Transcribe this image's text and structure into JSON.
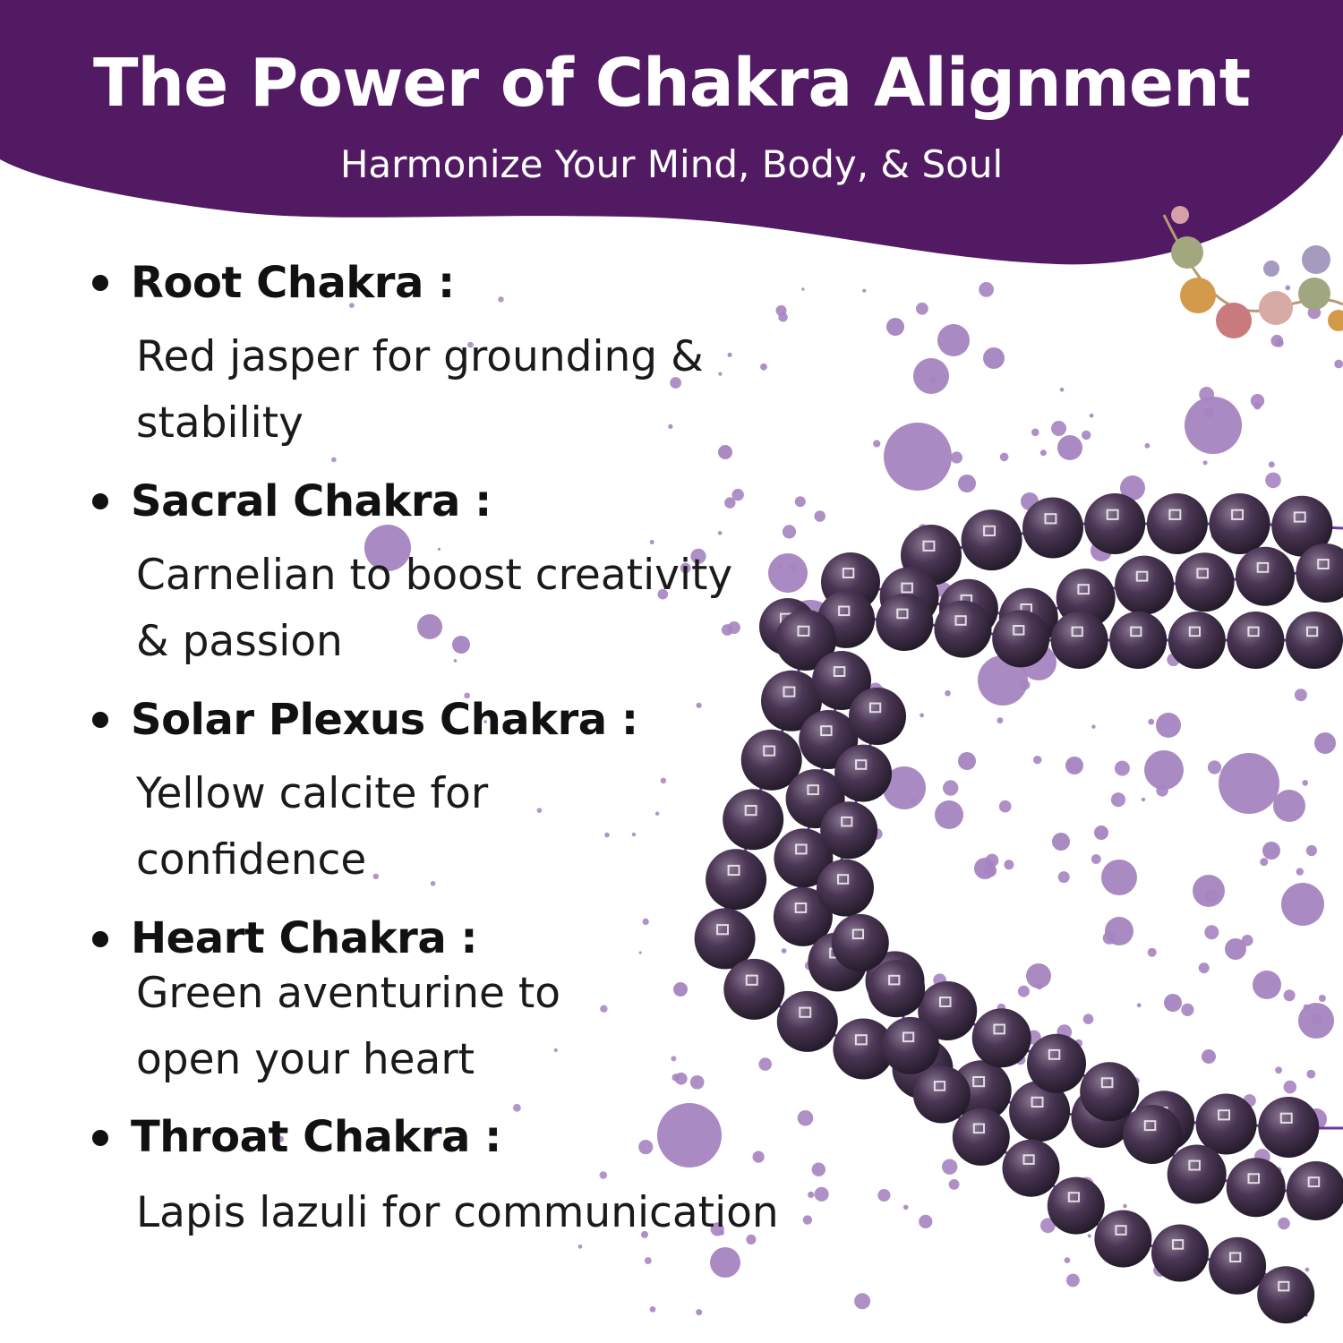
{
  "header": {
    "title": "The Power of Chakra Alignment",
    "subtitle": "Harmonize Your Mind, Body, & Soul"
  },
  "chakras": [
    {
      "name": "Root Chakra :",
      "lines": [
        "Red jasper for grounding &",
        "stability"
      ]
    },
    {
      "name": "Sacral Chakra :",
      "lines": [
        "Carnelian to boost creativity",
        "& passion"
      ]
    },
    {
      "name": "Solar Plexus Chakra :",
      "lines": [
        "Yellow calcite for",
        "confidence"
      ]
    },
    {
      "name": "Heart Chakra :",
      "lines": [
        "Green aventurine to",
        "open your heart"
      ]
    },
    {
      "name": "Throat Chakra :",
      "lines": [
        "Lapis lazuli for communication"
      ]
    }
  ],
  "colors": {
    "banner": "#521a63",
    "splatter": "#a584c0",
    "bead": "#4a3654",
    "bead_highlight": "#8a7793",
    "text": "#111111"
  }
}
